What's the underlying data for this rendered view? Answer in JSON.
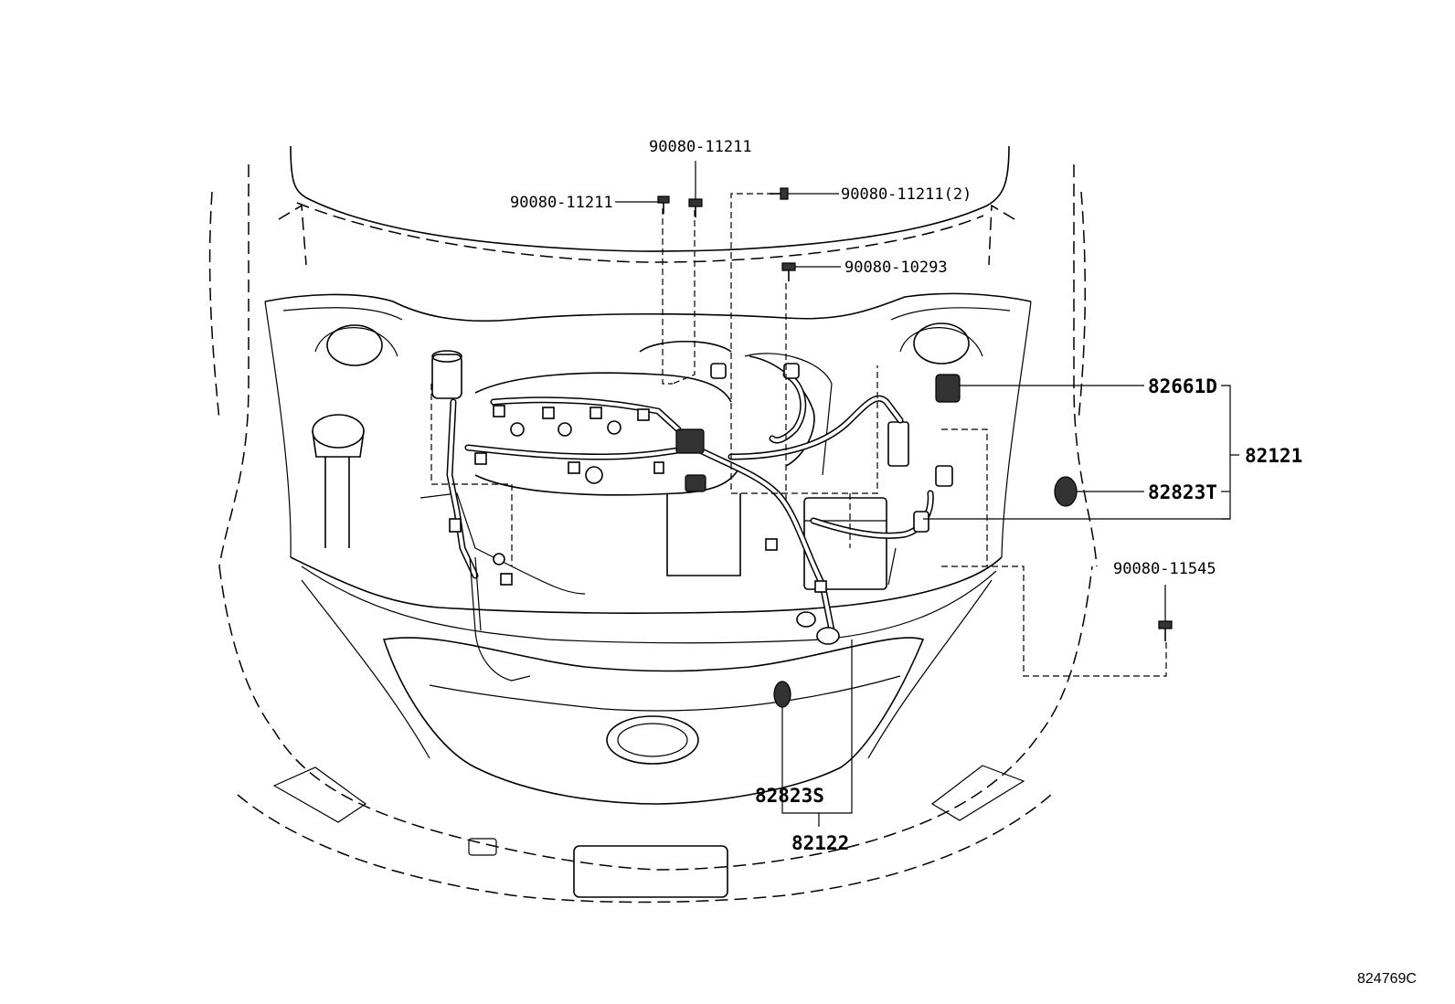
{
  "labels": {
    "bolt_top_center": "90080-11211",
    "bolt_top_left": "90080-11211",
    "bolt_top_right": "90080-11211(2)",
    "bolt_mid": "90080-10293",
    "bolt_right": "90080-11545",
    "part_82661d": "82661D",
    "part_82823t": "82823T",
    "part_82121": "82121",
    "part_82823s": "82823S",
    "part_82122": "82122"
  },
  "figure_ref": "824769C"
}
